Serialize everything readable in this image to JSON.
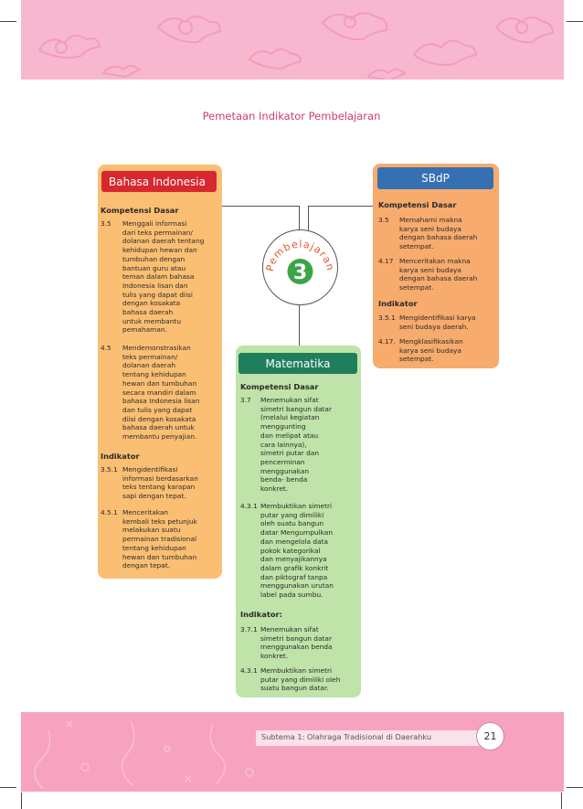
{
  "page": {
    "title": "Pemetaan Indikator Pembelajaran",
    "footer_text": "Subtema 1: Olahraga Tradisional di Daerahku",
    "page_number": "21"
  },
  "center": {
    "label": "Pembelajaran",
    "number": "3"
  },
  "bahasa_indonesia": {
    "title": "Bahasa Indonesia",
    "kd_heading": "Kompetensi Dasar",
    "kd_items": [
      {
        "num": "3.5",
        "lines": [
          "Menggali informasi",
          "dari teks permainan/",
          "dolanan daerah tentang",
          "kehidupan hewan dan",
          "tumbuhan dengan",
          "bantuan guru atau",
          "teman dalam bahasa",
          "Indonesia lisan dan",
          "tulis yang dapat diisi",
          "dengan kosakata",
          "bahasa daerah",
          "untuk membantu",
          "pemahaman."
        ]
      },
      {
        "num": "4.5",
        "lines": [
          "Mendemonstrasikan",
          "teks permainan/",
          "dolanan daerah",
          "tentang kehidupan",
          "hewan dan tumbuhan",
          "secara mandiri dalam",
          "bahasa Indonesia lisan",
          "dan tulis yang dapat",
          "diisi dengan kosakata",
          "bahasa daerah untuk",
          "membantu penyajian."
        ]
      }
    ],
    "ind_heading": "Indikator",
    "ind_items": [
      {
        "num": "3.5.1",
        "lines": [
          "Mengidentifikasi",
          "informasi berdasarkan",
          "teks tentang karapan",
          "sapi dengan tepat."
        ]
      },
      {
        "num": "4.5.1",
        "lines": [
          "Menceritakan",
          "kembali teks petunjuk",
          "melakukan suatu",
          "permainan tradisional",
          "tentang kehidupan",
          "hewan dan tumbuhan",
          "dengan tepat."
        ]
      }
    ]
  },
  "sbdp": {
    "title": "SBdP",
    "kd_heading": "Kompetensi Dasar",
    "kd_items": [
      {
        "num": "3.5",
        "lines": [
          "Memahami makna",
          "karya seni budaya",
          "dengan bahasa daerah",
          "setempat."
        ]
      },
      {
        "num": "4.17",
        "lines": [
          "Menceritakan makna",
          "karya seni budaya",
          "dengan bahasa daerah",
          "setempat."
        ]
      }
    ],
    "ind_heading": "Indikator",
    "ind_items": [
      {
        "num": "3.5.1",
        "lines": [
          "Mengidentifikasi karya",
          "seni budaya daerah."
        ]
      },
      {
        "num": "4.17.",
        "lines": [
          "Mengklasifikasikan",
          "karya seni budaya",
          "setempat."
        ]
      }
    ]
  },
  "matematika": {
    "title": "Matematika",
    "kd_heading": "Kompetensi Dasar",
    "kd_items": [
      {
        "num": "3.7",
        "lines": [
          "Menemukan sifat",
          "simetri bangun datar",
          "(melalui kegiatan",
          "menggunting",
          "dan melipat atau",
          "cara lainnya),",
          "simetri putar dan",
          "pencerminan",
          "menggunakan",
          "benda- benda",
          "konkret."
        ]
      },
      {
        "num": "4.3.1",
        "lines": [
          "Membuktikan simetri",
          "putar yang dimiliki",
          "oleh suatu bangun",
          "datar Mengumpulkan",
          "dan mengelola data",
          "pokok kategorikal",
          "dan menyajikannya",
          "dalam grafik konkrit",
          "dan piktograf tanpa",
          "menggunakan urutan",
          "label pada sumbu."
        ]
      }
    ],
    "ind_heading": "Indikator:",
    "ind_items": [
      {
        "num": "3.7.1",
        "lines": [
          "Menemukan sifat",
          "simetri bangun datar",
          "menggunakan benda",
          "konkret."
        ]
      },
      {
        "num": "4.3.1",
        "lines": [
          "Membuktikan simetri",
          "putar yang dimiliki oleh",
          "suatu bangun datar."
        ]
      }
    ]
  },
  "colors": {
    "header_pink": "#f7b8cf",
    "footer_pink": "#f7a3c0",
    "title_pink": "#d23a6e",
    "bi_box": "#fbbf73",
    "bi_tag": "#d7272f",
    "sbdp_box": "#f7ab6d",
    "sbdp_tag": "#3570b3",
    "mat_box": "#bfe3a8",
    "mat_tag": "#1f7e5e",
    "circle_green": "#3da446",
    "circle_text": "#e4572e"
  }
}
